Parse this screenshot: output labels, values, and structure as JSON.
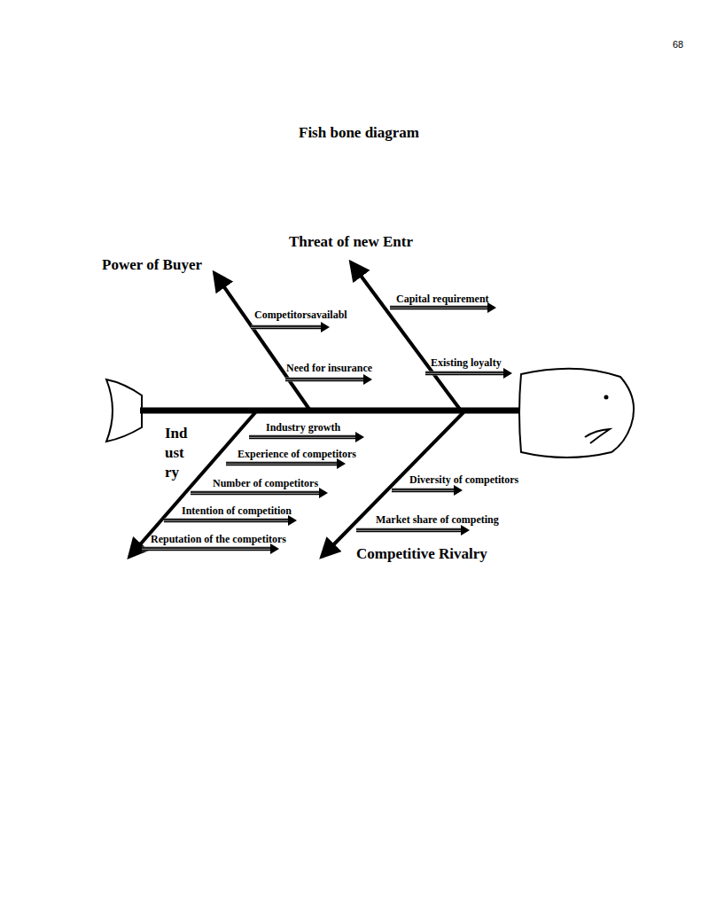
{
  "diagram": {
    "title": "Fish bone diagram",
    "labels": [
      "68",
      "Power of Buyer",
      "Competitorsavailabl",
      "Threat of new Entr",
      "Capital requirement",
      "Need for insurance",
      "Existing loyalty",
      "Industry growth",
      "Industry",
      "Experience of competitors",
      "Number of competitors",
      "Competitive Rivalry",
      "Diversity of competitors",
      "Intention of competition",
      "Market share of competing",
      "Reputation of the competitors"
    ]
  }
}
